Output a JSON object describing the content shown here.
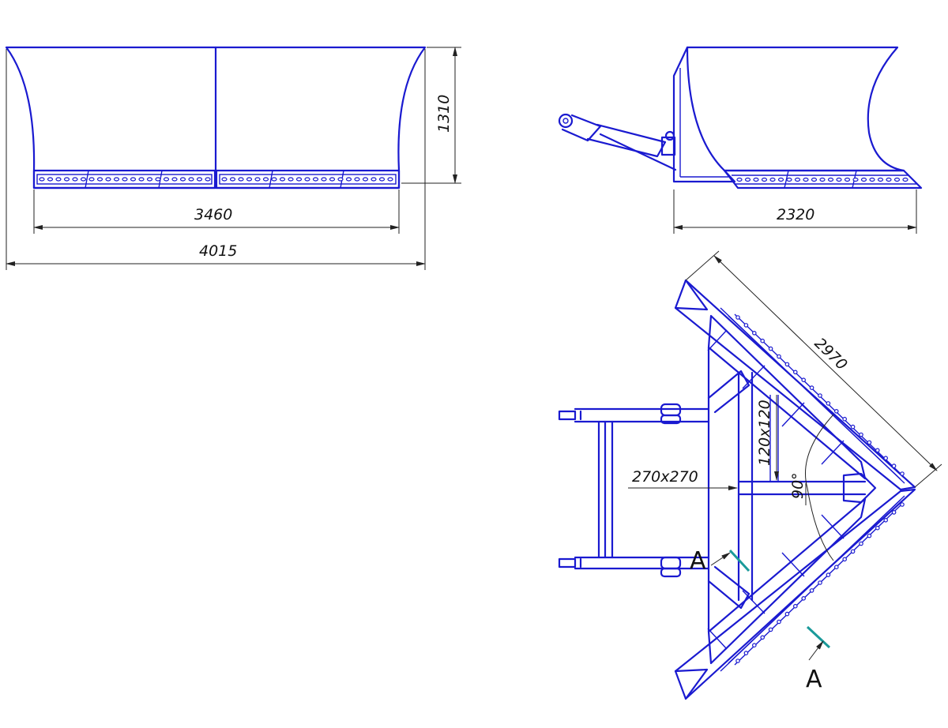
{
  "front_view": {
    "width_bottom_label": "3460",
    "width_total_label": "4015",
    "height_label": "1310"
  },
  "side_view": {
    "depth_label": "2320"
  },
  "plan_view": {
    "diagonal_length_label": "2970",
    "beam_section_label": "120x120",
    "frame_section_label": "270x270",
    "angle_label": "90°",
    "section_marker_1": "A",
    "section_marker_2": "A"
  },
  "colors": {
    "part_line": "#1a1ad0",
    "dimension_line": "#222222",
    "section_line": "#1a9a9a"
  }
}
